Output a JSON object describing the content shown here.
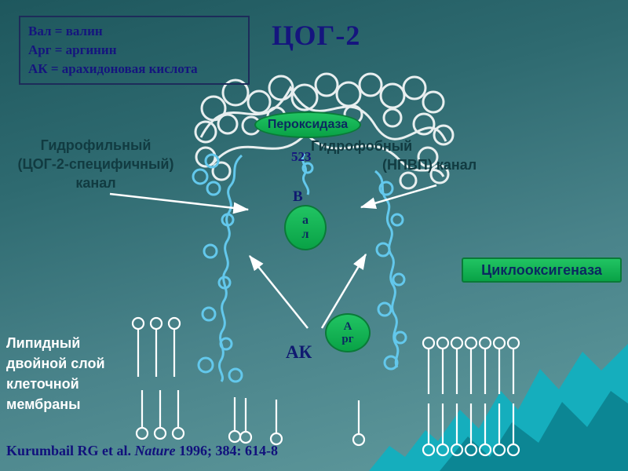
{
  "colors": {
    "background_teal": "#2e6a70",
    "label_green": "#0cab4a",
    "title_navy": "#15157e",
    "channel_text": "#113b41",
    "chain_cyan": "#63c8ec",
    "coil_white": "#f2f6f6",
    "membrane_text": "#ffffff",
    "mountain_cyan": "#15aebd"
  },
  "legend": {
    "lines": [
      "Вал = валин",
      "Арг = аргинин",
      "АК = арахидоновая кислота"
    ]
  },
  "title": "ЦОГ-2",
  "diagram": {
    "peroxidase_label": "Пероксидаза",
    "residue_number": "523",
    "hydrophilic_channel": {
      "line1": "Гидрофильный",
      "line2": "(ЦОГ-2-специфичный)",
      "line3": "канал"
    },
    "hydrophobic_channel": {
      "line1": "Гидрофобный",
      "line2": "(НПВП) канал"
    },
    "valine": {
      "letter_top": "В",
      "letter_mid": "а",
      "letter_bottom": "л"
    },
    "arginine": {
      "letter_top": "А",
      "letter_bottom": "рг"
    },
    "substrate": "АК",
    "cyclooxygenase_label": "Циклооксигеназа",
    "membrane_label": {
      "lines": [
        "Липидный",
        "двойной слой",
        "клеточной",
        " мембраны"
      ]
    }
  },
  "citation": {
    "prefix": "Kurumbail RG et al. ",
    "journal": "Nature",
    "suffix": " 1996; 384: 614-8"
  }
}
